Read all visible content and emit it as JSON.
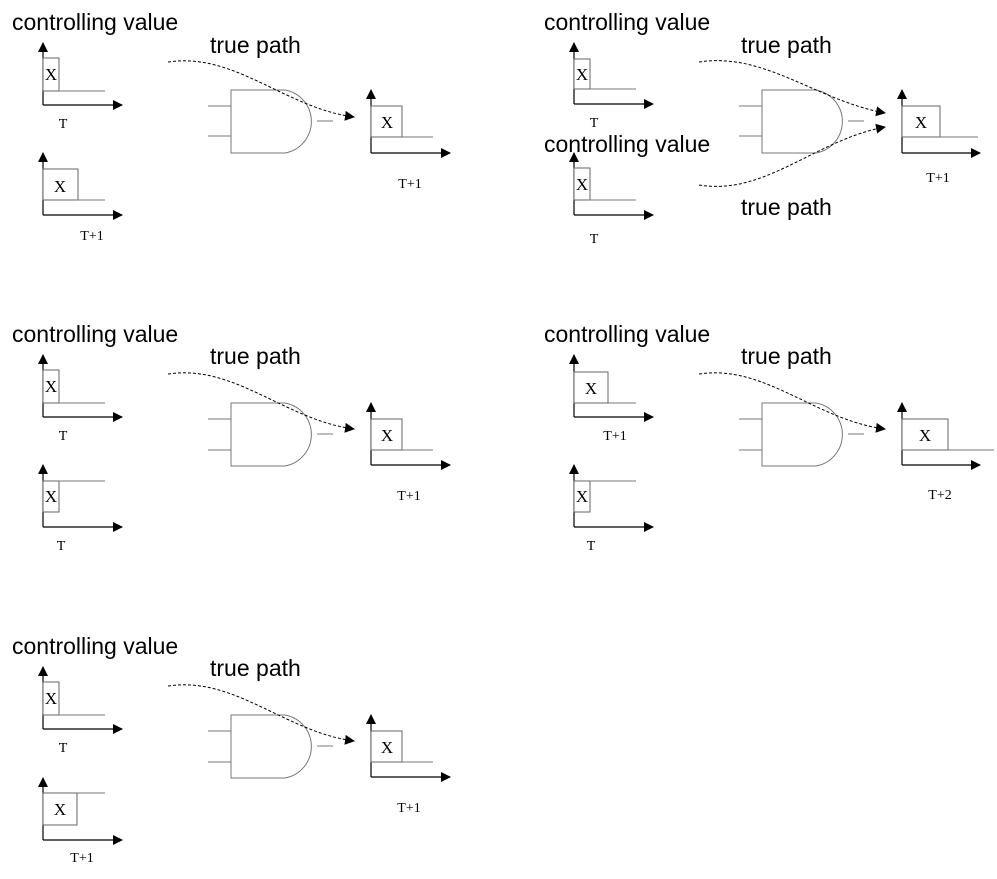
{
  "labels": {
    "controlling_value": "controlling value",
    "true_path": "true path",
    "x": "X",
    "t": "T",
    "t1": "T+1",
    "t2": "T+2"
  },
  "colors": {
    "ink": "#000000",
    "box_stroke": "#666666",
    "gate_stroke": "#777777",
    "background": "#ffffff"
  }
}
